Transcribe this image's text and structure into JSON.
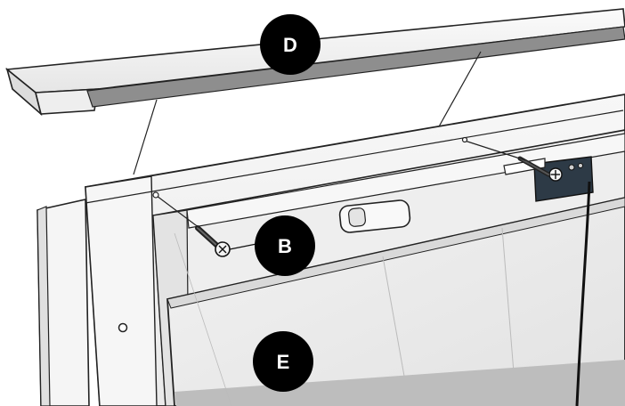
{
  "callouts": {
    "d": "D",
    "b": "B",
    "e": "E"
  },
  "colors": {
    "outline": "#111111",
    "panel": "#f4f4f4",
    "shadow": "#9a9a9a",
    "callout_fill": "#000000",
    "callout_text": "#ffffff"
  }
}
